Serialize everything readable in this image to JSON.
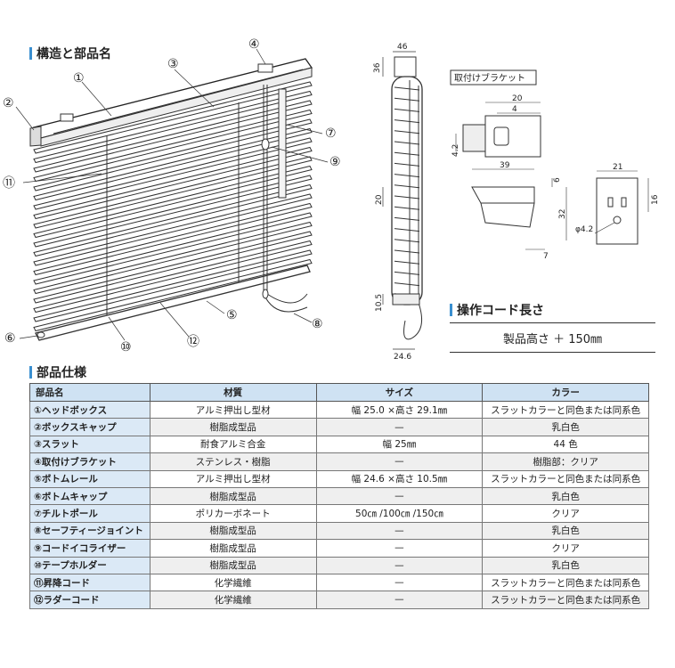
{
  "section1": {
    "title": "構造と部品名"
  },
  "section2": {
    "title": "操作コード長さ",
    "formula": "製品高さ ＋ 150㎜"
  },
  "section3": {
    "title": "部品仕様"
  },
  "callouts": [
    "①",
    "②",
    "③",
    "④",
    "⑦",
    "⑨",
    "⑪",
    "⑤",
    "⑧",
    "⑥",
    "⑩",
    "⑫"
  ],
  "dims": {
    "w46": "46",
    "h36": "36",
    "h20": "20",
    "h105": "10.5",
    "w246": "24.6",
    "bracket_label": "取付けブラケット",
    "b20": "20",
    "b4": "4",
    "b42": "4.2",
    "b39": "39",
    "b6": "6",
    "b32": "32",
    "b7": "7",
    "b21": "21",
    "b16": "16",
    "phi42": "φ4.2"
  },
  "table": {
    "headers": [
      "部品名",
      "材質",
      "サイズ",
      "カラー"
    ],
    "rows": [
      [
        "①ヘッドボックス",
        "アルミ押出し型材",
        "幅 25.0 ×高さ 29.1㎜",
        "スラットカラーと同色または同系色"
      ],
      [
        "②ボックスキャップ",
        "樹脂成型品",
        "—",
        "乳白色"
      ],
      [
        "③スラット",
        "耐食アルミ合金",
        "幅 25㎜",
        "44 色"
      ],
      [
        "④取付けブラケット",
        "ステンレス・樹脂",
        "—",
        "樹脂部：クリア"
      ],
      [
        "⑤ボトムレール",
        "アルミ押出し型材",
        "幅 24.6 ×高さ 10.5㎜",
        "スラットカラーと同色または同系色"
      ],
      [
        "⑥ボトムキャップ",
        "樹脂成型品",
        "—",
        "乳白色"
      ],
      [
        "⑦チルトポール",
        "ポリカーボネート",
        "50㎝ /100㎝ /150㎝",
        "クリア"
      ],
      [
        "⑧セーフティージョイント",
        "樹脂成型品",
        "—",
        "乳白色"
      ],
      [
        "⑨コードイコライザー",
        "樹脂成型品",
        "—",
        "クリア"
      ],
      [
        "⑩テープホルダー",
        "樹脂成型品",
        "—",
        "乳白色"
      ],
      [
        "⑪昇降コード",
        "化学繊維",
        "—",
        "スラットカラーと同色または同系色"
      ],
      [
        "⑫ラダーコード",
        "化学繊維",
        "—",
        "スラットカラーと同色または同系色"
      ]
    ]
  }
}
